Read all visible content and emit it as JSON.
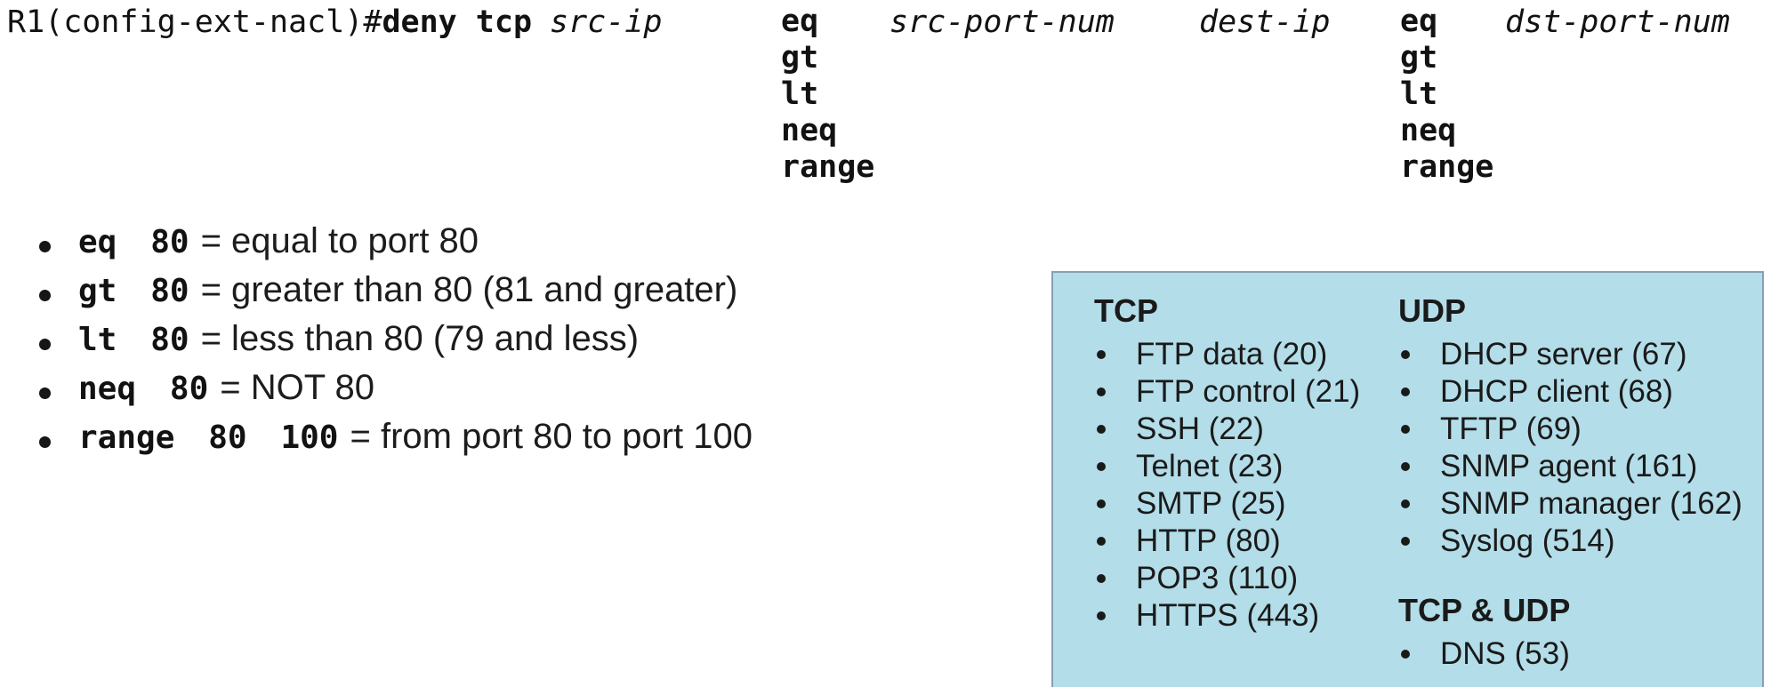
{
  "colors": {
    "page_background": "#ffffff",
    "text": "#161616",
    "ports_box_background": "#b3dde8",
    "ports_box_border": "#84a0b6"
  },
  "command": {
    "prompt": "R1(config-ext-nacl)#",
    "keywords": "deny tcp",
    "src_ip_param": "src-ip",
    "src_port_operators": [
      "eq",
      "gt",
      "lt",
      "neq",
      "range"
    ],
    "src_port_param": "src-port-num",
    "dest_ip_param": "dest-ip",
    "dst_port_operators": [
      "eq",
      "gt",
      "lt",
      "neq",
      "range"
    ],
    "dst_port_param": "dst-port-num"
  },
  "legend": [
    {
      "code": "eq 80",
      "text": "= equal to port 80"
    },
    {
      "code": "gt 80",
      "text": "= greater than 80 (81 and greater)"
    },
    {
      "code": "lt 80",
      "text": "= less than 80 (79 and less)"
    },
    {
      "code": "neq 80",
      "text": "= NOT 80"
    },
    {
      "code": "range 80 100",
      "text": "= from port 80 to port 100"
    }
  ],
  "ports_box": {
    "tcp": {
      "header": "TCP",
      "items": [
        "FTP data (20)",
        "FTP control (21)",
        "SSH (22)",
        "Telnet (23)",
        "SMTP (25)",
        "HTTP (80)",
        "POP3 (110)",
        "HTTPS (443)"
      ]
    },
    "udp": {
      "header": "UDP",
      "items": [
        "DHCP server (67)",
        "DHCP client (68)",
        "TFTP (69)",
        "SNMP agent (161)",
        "SNMP manager (162)",
        "Syslog (514)"
      ]
    },
    "tcp_udp": {
      "header": "TCP & UDP",
      "items": [
        "DNS (53)"
      ]
    }
  }
}
